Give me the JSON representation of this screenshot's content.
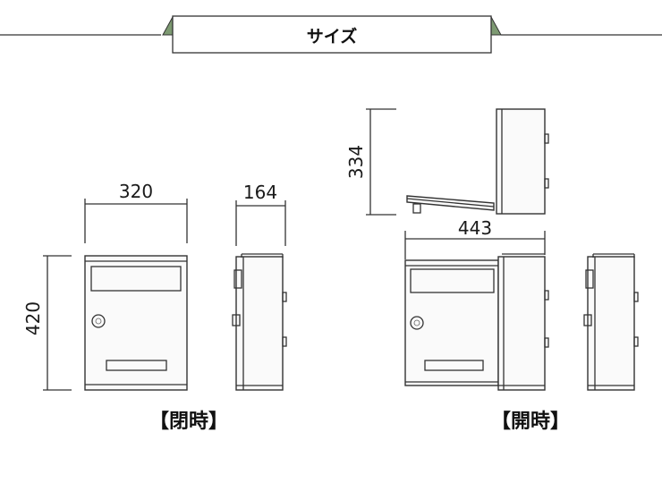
{
  "header": {
    "title": "サイズ"
  },
  "colors": {
    "banner_green": "#7d9a72",
    "line": "#333333"
  },
  "dimensions": {
    "closed_width": "320",
    "closed_depth": "164",
    "closed_height": "420",
    "open_width": "443",
    "open_height": "334"
  },
  "captions": {
    "closed": "【閉時】",
    "open": "【開時】"
  }
}
